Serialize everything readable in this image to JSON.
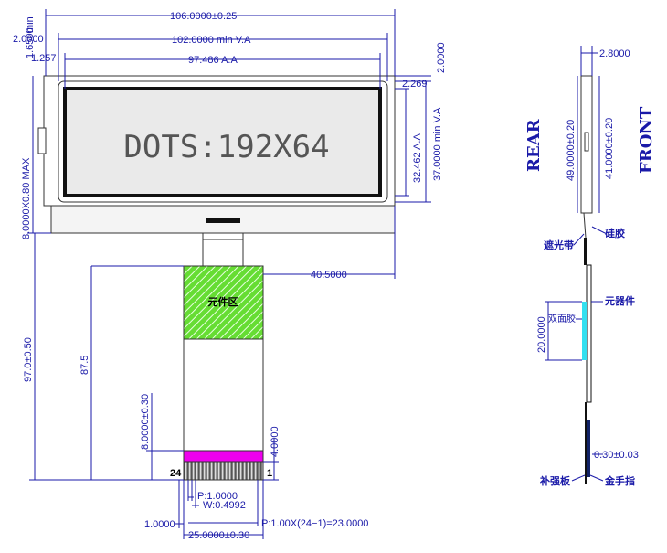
{
  "lcd": {
    "display_text": "DOTS:192X64",
    "component_area_label": "元件区",
    "pin_first": "24",
    "pin_last": "1"
  },
  "dimensions": {
    "outline_width": "106.0000±0.25",
    "view_area": "102.0000  min  V.A",
    "active_area": "97.486  A.A",
    "left_2": "2.0000",
    "left_1_650": "1.6500",
    "left_min": "min",
    "left_1_257": "1.257",
    "top_2_269": "2.269",
    "top_2_0000": "2.0000",
    "aa_height": "32.462  A.A",
    "va_height": "37.0000  min  V.A",
    "thickness_max": "8.0000X0.80  MAX",
    "fpc_right": "40.5000",
    "total_height": "97.0±0.50",
    "fpc_length": "87.5",
    "stiffener": "8.0000±0.30",
    "gold_finger_h": "4.0000",
    "pitch": "P:1.0000",
    "width": "W:0.4992",
    "pitch_total": "P:1.00X(24−1)=23.0000",
    "edge": "1.0000",
    "fpc_width": "25.0000±0.30"
  },
  "side_view": {
    "rear_label": "REAR",
    "front_label": "FRONT",
    "top_thickness": "2.8000",
    "height_49": "49.0000±0.20",
    "height_41": "41.0000±0.20",
    "shading_tape": "遮光带",
    "silicone": "硅胶",
    "components": "元器件",
    "double_tape": "双面胶",
    "tape_len": "20.0000",
    "stiffener_thickness": "0.30±0.03",
    "stiffener_board": "补强板",
    "gold_finger": "金手指"
  },
  "colors": {
    "dimension_line": "#1a1aa8",
    "component_area": "#66dd33",
    "gold_finger_band": "#ee00ee",
    "double_tape": "#33e0f0"
  }
}
